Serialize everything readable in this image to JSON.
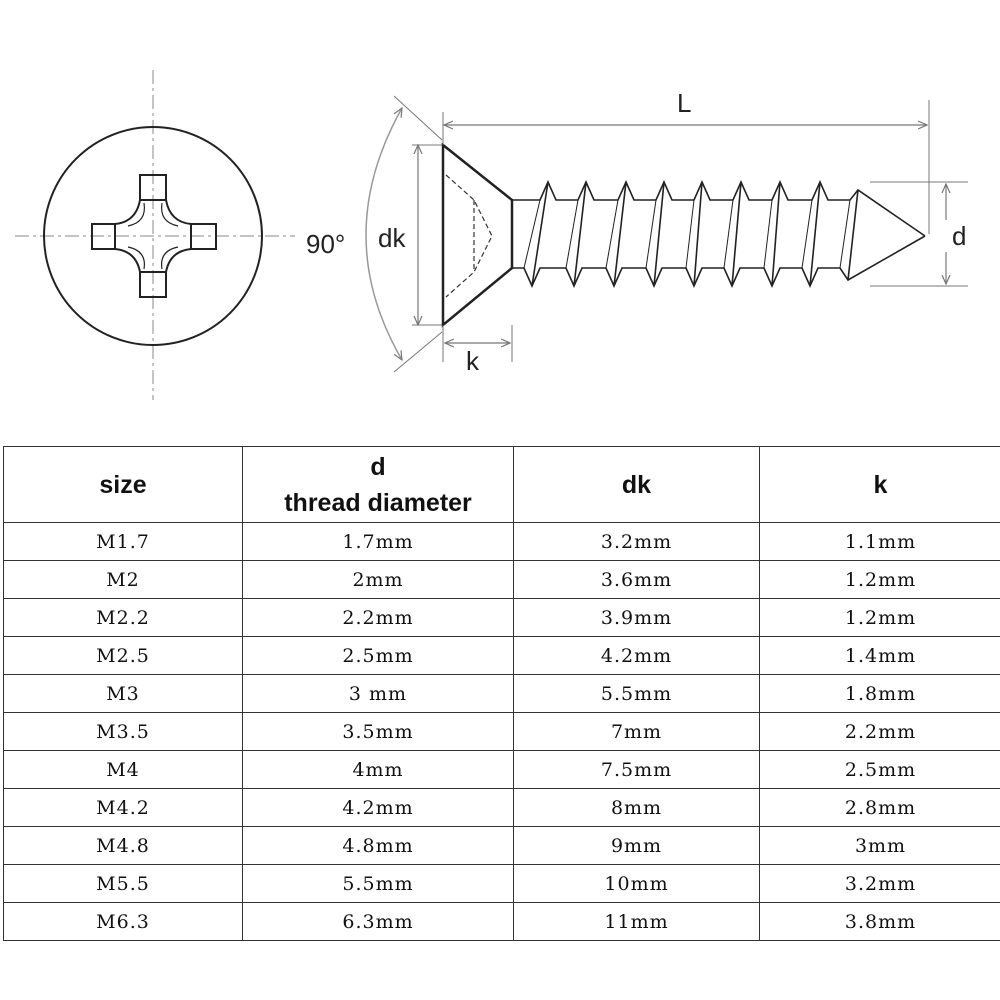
{
  "diagram": {
    "labels": {
      "angle": "90°",
      "length": "L",
      "head_diameter": "dk",
      "head_height": "k",
      "thread_diameter": "d"
    }
  },
  "table": {
    "headers": {
      "size": "size",
      "d_symbol": "d",
      "d_name": "thread diameter",
      "dk": "dk",
      "k": "k"
    },
    "rows": [
      {
        "size": "M1.7",
        "d": "1.7mm",
        "dk": "3.2mm",
        "k": "1.1mm"
      },
      {
        "size": "M2",
        "d": "2mm",
        "dk": "3.6mm",
        "k": "1.2mm"
      },
      {
        "size": "M2.2",
        "d": "2.2mm",
        "dk": "3.9mm",
        "k": "1.2mm"
      },
      {
        "size": "M2.5",
        "d": "2.5mm",
        "dk": "4.2mm",
        "k": "1.4mm"
      },
      {
        "size": "M3",
        "d": "3 mm",
        "dk": "5.5mm",
        "k": "1.8mm"
      },
      {
        "size": "M3.5",
        "d": "3.5mm",
        "dk": "7mm",
        "k": "2.2mm"
      },
      {
        "size": "M4",
        "d": "4mm",
        "dk": "7.5mm",
        "k": "2.5mm"
      },
      {
        "size": "M4.2",
        "d": "4.2mm",
        "dk": "8mm",
        "k": "2.8mm"
      },
      {
        "size": "M4.8",
        "d": "4.8mm",
        "dk": "9mm",
        "k": "3mm"
      },
      {
        "size": "M5.5",
        "d": "5.5mm",
        "dk": "10mm",
        "k": "3.2mm"
      },
      {
        "size": "M6.3",
        "d": "6.3mm",
        "dk": "11mm",
        "k": "3.8mm"
      }
    ]
  }
}
